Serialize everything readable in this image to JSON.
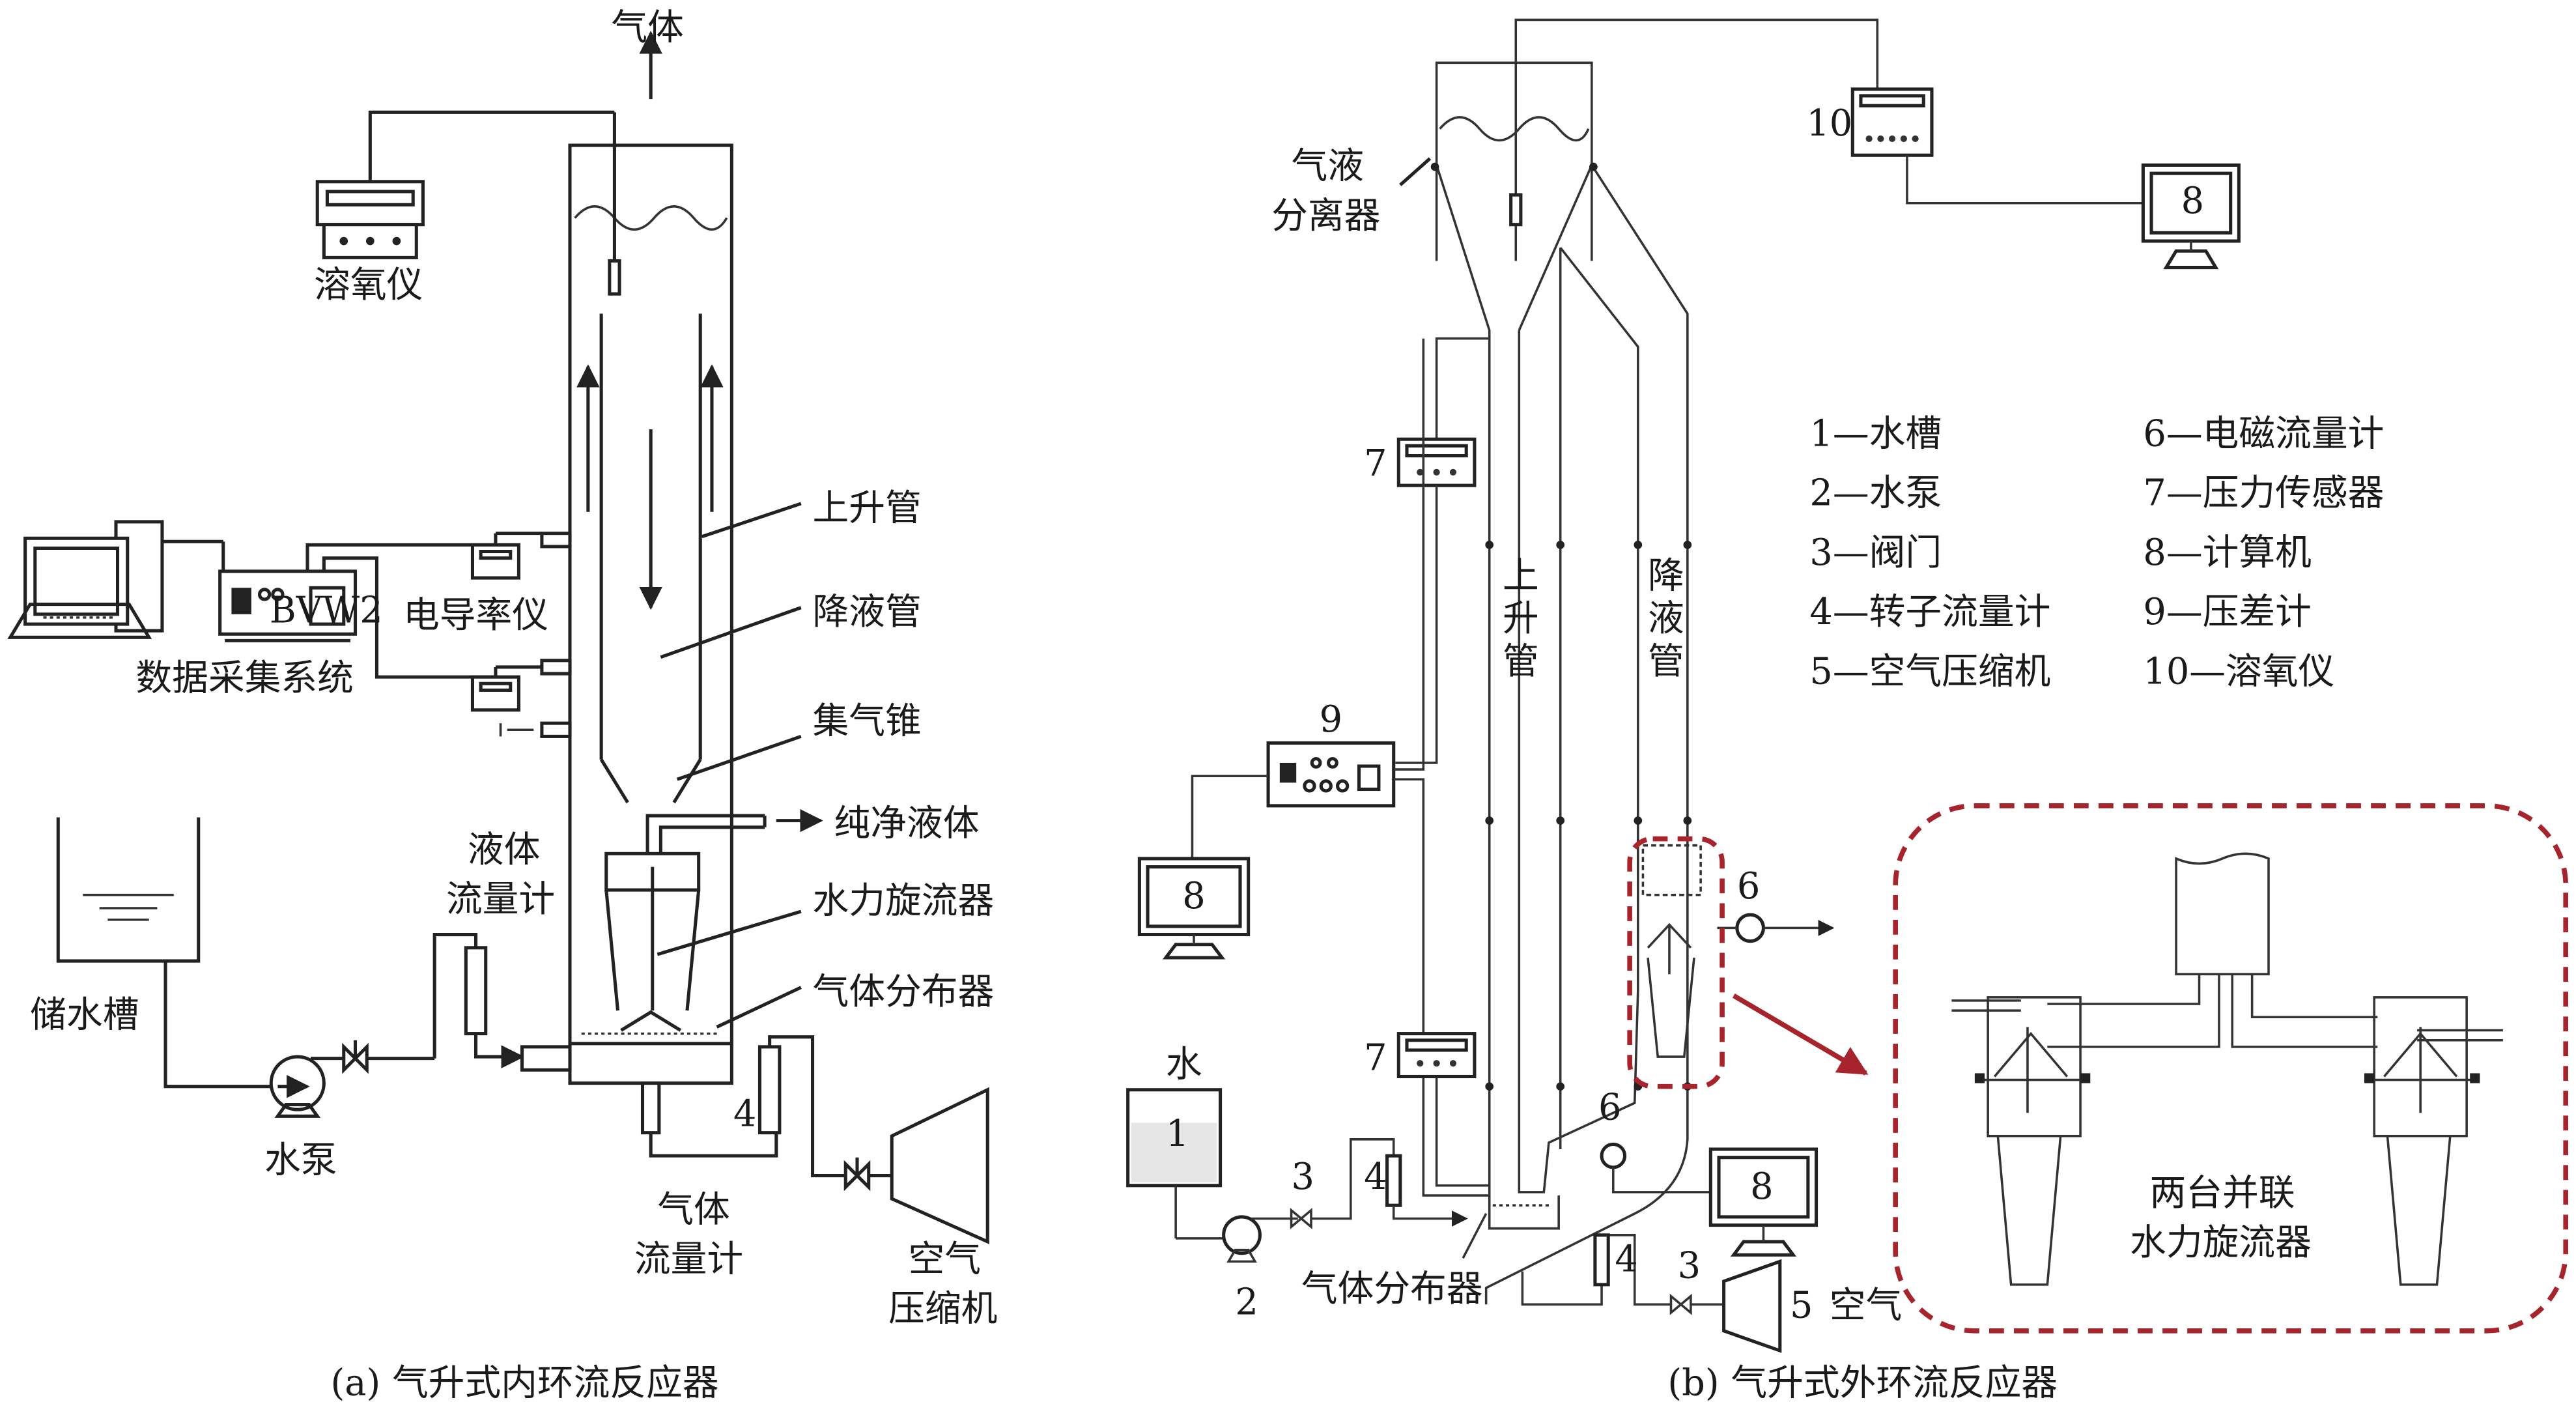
{
  "figure": {
    "panel_a": {
      "caption": "(a) 气升式内环流反应器",
      "labels": {
        "gas_out": "气体",
        "do_meter": "溶氧仪",
        "daq_system": "数据采集系统",
        "daq_model": "BVW2",
        "conductivity_meter": "电导率仪",
        "riser": "上升管",
        "downcomer": "降液管",
        "gas_cone": "集气锥",
        "pure_liquid": "纯净液体",
        "hydrocyclone": "水力旋流器",
        "gas_distributor": "气体分布器",
        "liquid_flowmeter_1": "液体",
        "liquid_flowmeter_2": "流量计",
        "storage_tank": "储水槽",
        "water_pump": "水泵",
        "gas_flowmeter_1": "气体",
        "gas_flowmeter_2": "流量计",
        "gas_flowmeter_num": "4",
        "air_compressor_1": "空气",
        "air_compressor_2": "压缩机"
      }
    },
    "panel_b": {
      "caption": "(b) 气升式外环流反应器",
      "labels": {
        "separator_1": "气液",
        "separator_2": "分离器",
        "riser": [
          "上",
          "升",
          "管"
        ],
        "downcomer": [
          "降",
          "液",
          "管"
        ],
        "water": "水",
        "gas_distributor": "气体分布器",
        "air": "空气",
        "inset_1": "两台并联",
        "inset_2": "水力旋流器"
      },
      "numbers": {
        "tank": "1",
        "pump": "2",
        "valve_liquid": "3",
        "valve_gas": "3",
        "rotameter_liquid": "4",
        "rotameter_gas": "4",
        "compressor": "5",
        "em_flowmeter_top": "6",
        "em_flowmeter_bottom": "6",
        "pressure_sensor_top": "7",
        "pressure_sensor_bottom": "7",
        "computer_left": "8",
        "computer_top": "8",
        "computer_bottom": "8",
        "diff_pressure": "9",
        "do_meter": "10"
      },
      "legend": [
        {
          "num": "1",
          "name": "水槽"
        },
        {
          "num": "2",
          "name": "水泵"
        },
        {
          "num": "3",
          "name": "阀门"
        },
        {
          "num": "4",
          "name": "转子流量计"
        },
        {
          "num": "5",
          "name": "空气压缩机"
        },
        {
          "num": "6",
          "name": "电磁流量计"
        },
        {
          "num": "7",
          "name": "压力传感器"
        },
        {
          "num": "8",
          "name": "计算机"
        },
        {
          "num": "9",
          "name": "压差计"
        },
        {
          "num": "10",
          "name": "溶氧仪"
        }
      ],
      "legend_separator": "—"
    },
    "colors": {
      "line": "#222222",
      "highlight": "#a8242c",
      "background": "#ffffff"
    }
  }
}
